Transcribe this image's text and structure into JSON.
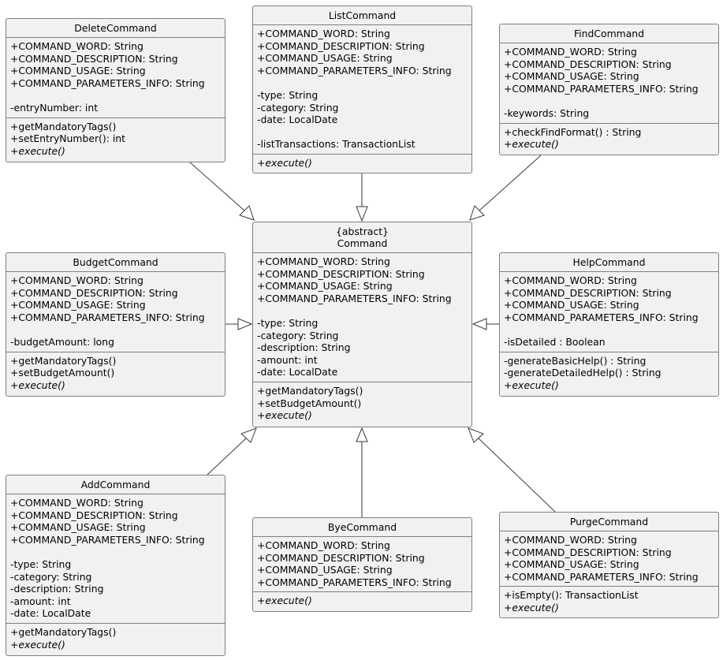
{
  "classes": {
    "delete": {
      "name": "DeleteCommand",
      "attributes": [
        "+COMMAND_WORD: String",
        "+COMMAND_DESCRIPTION: String",
        "+COMMAND_USAGE: String",
        "+COMMAND_PARAMETERS_INFO: String",
        "",
        "-entryNumber: int"
      ],
      "methods": [
        "+getMandatoryTags()",
        "+setEntryNumber(): int",
        "+execute()"
      ]
    },
    "list": {
      "name": "ListCommand",
      "attributes": [
        "+COMMAND_WORD: String",
        "+COMMAND_DESCRIPTION: String",
        "+COMMAND_USAGE: String",
        "+COMMAND_PARAMETERS_INFO: String",
        "",
        "-type: String",
        "-category: String",
        "-date: LocalDate",
        "",
        "-listTransactions: TransactionList"
      ],
      "methods": [
        "+execute()"
      ]
    },
    "find": {
      "name": "FindCommand",
      "attributes": [
        "+COMMAND_WORD: String",
        "+COMMAND_DESCRIPTION: String",
        "+COMMAND_USAGE: String",
        "+COMMAND_PARAMETERS_INFO: String",
        "",
        "-keywords: String"
      ],
      "methods": [
        "+checkFindFormat() : String",
        "+execute()"
      ]
    },
    "budget": {
      "name": "BudgetCommand",
      "attributes": [
        "+COMMAND_WORD: String",
        "+COMMAND_DESCRIPTION: String",
        "+COMMAND_USAGE: String",
        "+COMMAND_PARAMETERS_INFO: String",
        "",
        "-budgetAmount: long"
      ],
      "methods": [
        "+getMandatoryTags()",
        "+setBudgetAmount()",
        "+execute()"
      ]
    },
    "command": {
      "stereotype": "{abstract}",
      "name": "Command",
      "attributes": [
        "+COMMAND_WORD: String",
        "+COMMAND_DESCRIPTION: String",
        "+COMMAND_USAGE: String",
        "+COMMAND_PARAMETERS_INFO: String",
        "",
        "-type: String",
        "-category: String",
        "-description: String",
        "-amount: int",
        "-date: LocalDate"
      ],
      "methods": [
        "+getMandatoryTags()",
        "+setBudgetAmount()",
        "+execute()"
      ]
    },
    "help": {
      "name": "HelpCommand",
      "attributes": [
        "+COMMAND_WORD: String",
        "+COMMAND_DESCRIPTION: String",
        "+COMMAND_USAGE: String",
        "+COMMAND_PARAMETERS_INFO: String",
        "",
        "-isDetailed : Boolean"
      ],
      "methods": [
        "-generateBasicHelp() : String",
        "-generateDetailedHelp() : String",
        "+execute()"
      ]
    },
    "add": {
      "name": "AddCommand",
      "attributes": [
        "+COMMAND_WORD: String",
        "+COMMAND_DESCRIPTION: String",
        "+COMMAND_USAGE: String",
        "+COMMAND_PARAMETERS_INFO: String",
        "",
        "-type: String",
        "-category: String",
        "-description: String",
        "-amount: int",
        "-date: LocalDate"
      ],
      "methods": [
        "+getMandatoryTags()",
        "+execute()"
      ]
    },
    "bye": {
      "name": "ByeCommand",
      "attributes": [
        "+COMMAND_WORD: String",
        "+COMMAND_DESCRIPTION: String",
        "+COMMAND_USAGE: String",
        "+COMMAND_PARAMETERS_INFO: String"
      ],
      "methods": [
        "+execute()"
      ]
    },
    "purge": {
      "name": "PurgeCommand",
      "attributes": [
        "+COMMAND_WORD: String",
        "+COMMAND_DESCRIPTION: String",
        "+COMMAND_USAGE: String",
        "+COMMAND_PARAMETERS_INFO: String"
      ],
      "methods": [
        "+isEmpty(): TransactionList",
        "+execute()"
      ]
    }
  },
  "italic_methods": [
    "+execute()"
  ],
  "colors": {
    "box_fill": "#f1f1f1",
    "box_border": "#7f7f7f",
    "edge": "#3a3a3a"
  }
}
